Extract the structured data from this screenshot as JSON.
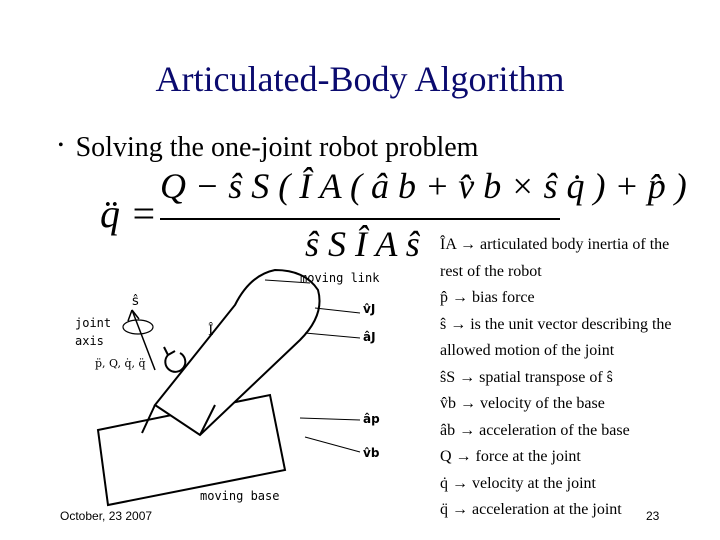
{
  "slide": {
    "title": "Articulated-Body Algorithm",
    "bullet": "Solving the one-joint robot problem",
    "footer_date": "October, 23 2007",
    "page_number": "23"
  },
  "equation": {
    "lhs": "q̈ =",
    "numerator": "Q − ŝ S ( Î A ( â b + v̂ b × ŝ q̇ ) + p̂ )",
    "denominator": "ŝ S Î A ŝ"
  },
  "figure": {
    "moving_link": "moving link",
    "moving_base": "moving base",
    "joint_axis_1": "joint",
    "joint_axis_2": "axis",
    "s_hat": "ŝ",
    "I_hat": "Î",
    "vJ": "v̂J",
    "aJ": "âJ",
    "ap": "âp",
    "vb": "v̂b",
    "joint_vars": "p̈, Q, q̇, q̈"
  },
  "legend": [
    "ÎA → articulated body inertia of the",
    "rest of the robot",
    "p̂ → bias force",
    "ŝ → is the unit vector describing the",
    "allowed motion of the joint",
    "ŝS → spatial transpose of ŝ",
    "v̂b → velocity of the base",
    "âb → acceleration of the base",
    "Q → force at the joint",
    "q̇ → velocity at the joint",
    "q̈ → acceleration at the joint"
  ]
}
